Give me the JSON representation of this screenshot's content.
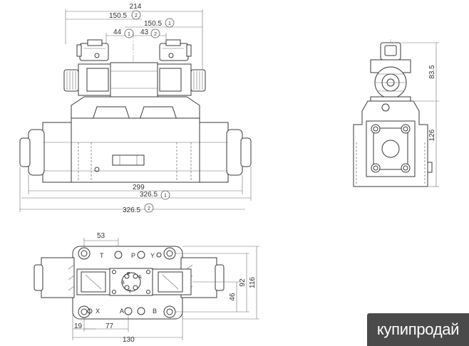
{
  "front_view": {
    "dim_overall_top": "214",
    "dim_top_2": "150.5",
    "dim_top_2_ref": "2",
    "dim_top_1": "150.5",
    "dim_top_1_ref": "1",
    "dim_left_1": "44",
    "dim_left_1_ref": "1",
    "dim_right_2": "43",
    "dim_right_2_ref": "2",
    "dim_body": "299",
    "dim_len_1": "326.5",
    "dim_len_1_ref": "1",
    "dim_len_2": "326.5",
    "dim_len_2_ref": "2"
  },
  "side_view": {
    "dim_height_top": "83.5",
    "dim_height_body": "126"
  },
  "bottom_view": {
    "dim_top": "53",
    "port_t": "T",
    "port_p": "P",
    "port_y": "Y",
    "port_x": "X",
    "port_a": "A",
    "port_b": "B",
    "center_p": "P",
    "center_a": "A",
    "center_b": "B",
    "center_t": "T",
    "dim_92": "92",
    "dim_116": "116",
    "dim_46": "46",
    "dim_19": "19",
    "dim_77": "77",
    "dim_130": "130"
  },
  "watermark": "купипродай"
}
